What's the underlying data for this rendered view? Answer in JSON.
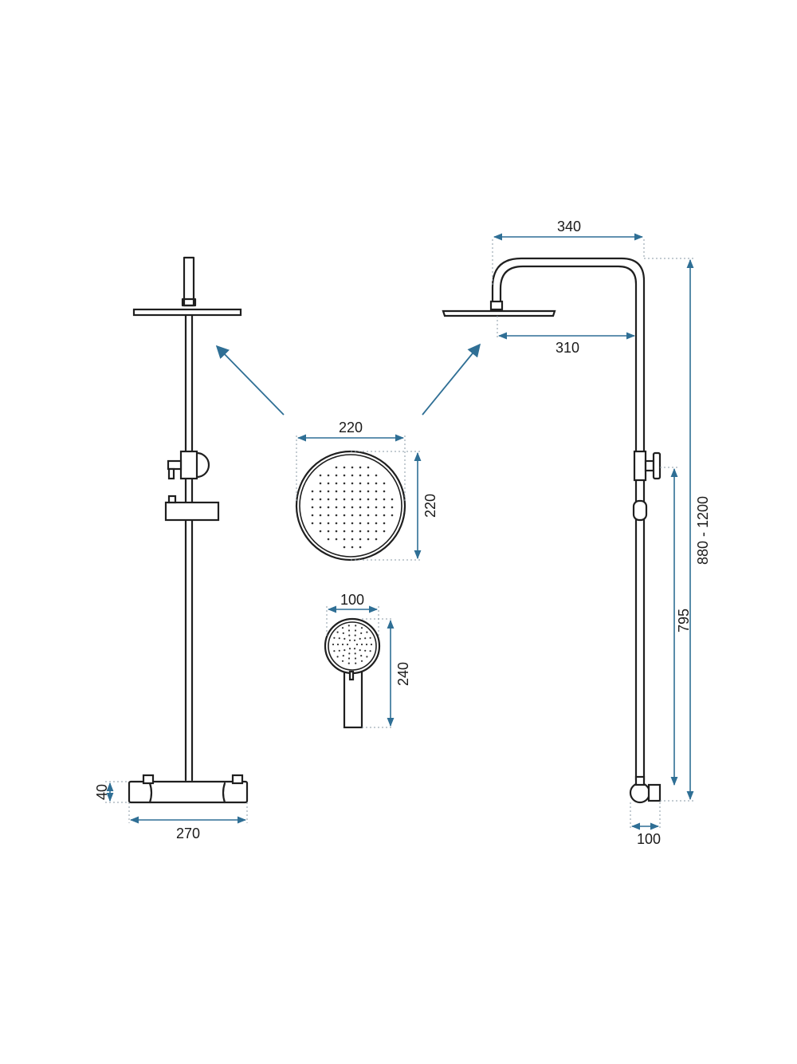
{
  "colors": {
    "dimension_line": "#2f6f95",
    "outline": "#1f1f1f",
    "extension_line": "#8a9aa6",
    "background": "#ffffff"
  },
  "dimensions": {
    "front_mixer_width": "270",
    "front_mixer_height": "40",
    "side_arm_reach": "340",
    "side_head_offset": "310",
    "side_total_height": "880 - 1200",
    "side_holder_height": "795",
    "side_wall_depth": "100",
    "rain_head_width": "220",
    "rain_head_height": "220",
    "hand_shower_width": "100",
    "hand_shower_length": "240"
  },
  "icons": {
    "callout_arrows": "arrow-icon"
  }
}
